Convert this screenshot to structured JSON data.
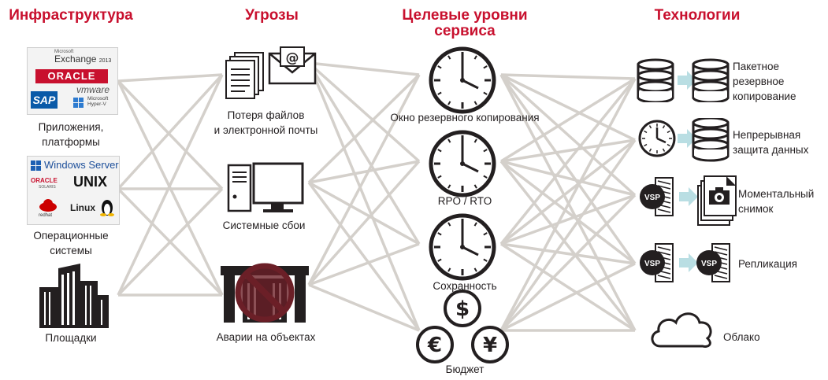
{
  "headers": {
    "infrastructure": "Инфраструктура",
    "threats": "Угрозы",
    "slo_line1": "Целевые уровни",
    "slo_line2": "сервиса",
    "technologies": "Технологии"
  },
  "infrastructure": {
    "apps_line1": "Приложения,",
    "apps_line2": "платформы",
    "os_line1": "Операционные",
    "os_line2": "системы",
    "sites": "Площадки",
    "logos": {
      "microsoft_small": "Microsoft",
      "exchange": "Exchange",
      "exchange_year": "2013",
      "oracle": "ORACLE",
      "vmware": "vmware",
      "sap": "SAP",
      "hyperv_line1": "Microsoft",
      "hyperv_line2": "Hyper-V",
      "windows_server": "Windows Server",
      "oracle_small": "ORACLE",
      "solaris": "SOLARIS",
      "unix": "UNIX",
      "redhat": "redhat",
      "linux": "Linux"
    }
  },
  "threats": {
    "loss_line1": "Потеря файлов",
    "loss_line2": "и электронной почты",
    "system_failures": "Системные сбои",
    "facility_accidents": "Аварии на объектах"
  },
  "slo": {
    "backup_window": "Окно резервного копирования",
    "rpo_rto": "RPO / RTO",
    "retention": "Сохранность",
    "budget": "Бюджет",
    "currency": {
      "dollar": "$",
      "euro": "€",
      "yen": "¥"
    }
  },
  "technologies": {
    "backup_line1": "Пакетное",
    "backup_line2": "резервное",
    "backup_line3": "копирование",
    "cdp_line1": "Непрерывная",
    "cdp_line2": "защита данных",
    "snapshot_line1": "Моментальный",
    "snapshot_line2": "снимок",
    "replication": "Репликация",
    "cloud": "Облако",
    "vsp": "VSP"
  },
  "colors": {
    "header_red": "#c8102e",
    "connector_gray": "#d4d0cb",
    "icon_dark": "#231f20",
    "arrow_teal": "#b9dee3",
    "no_sign": "#6b1f27"
  }
}
